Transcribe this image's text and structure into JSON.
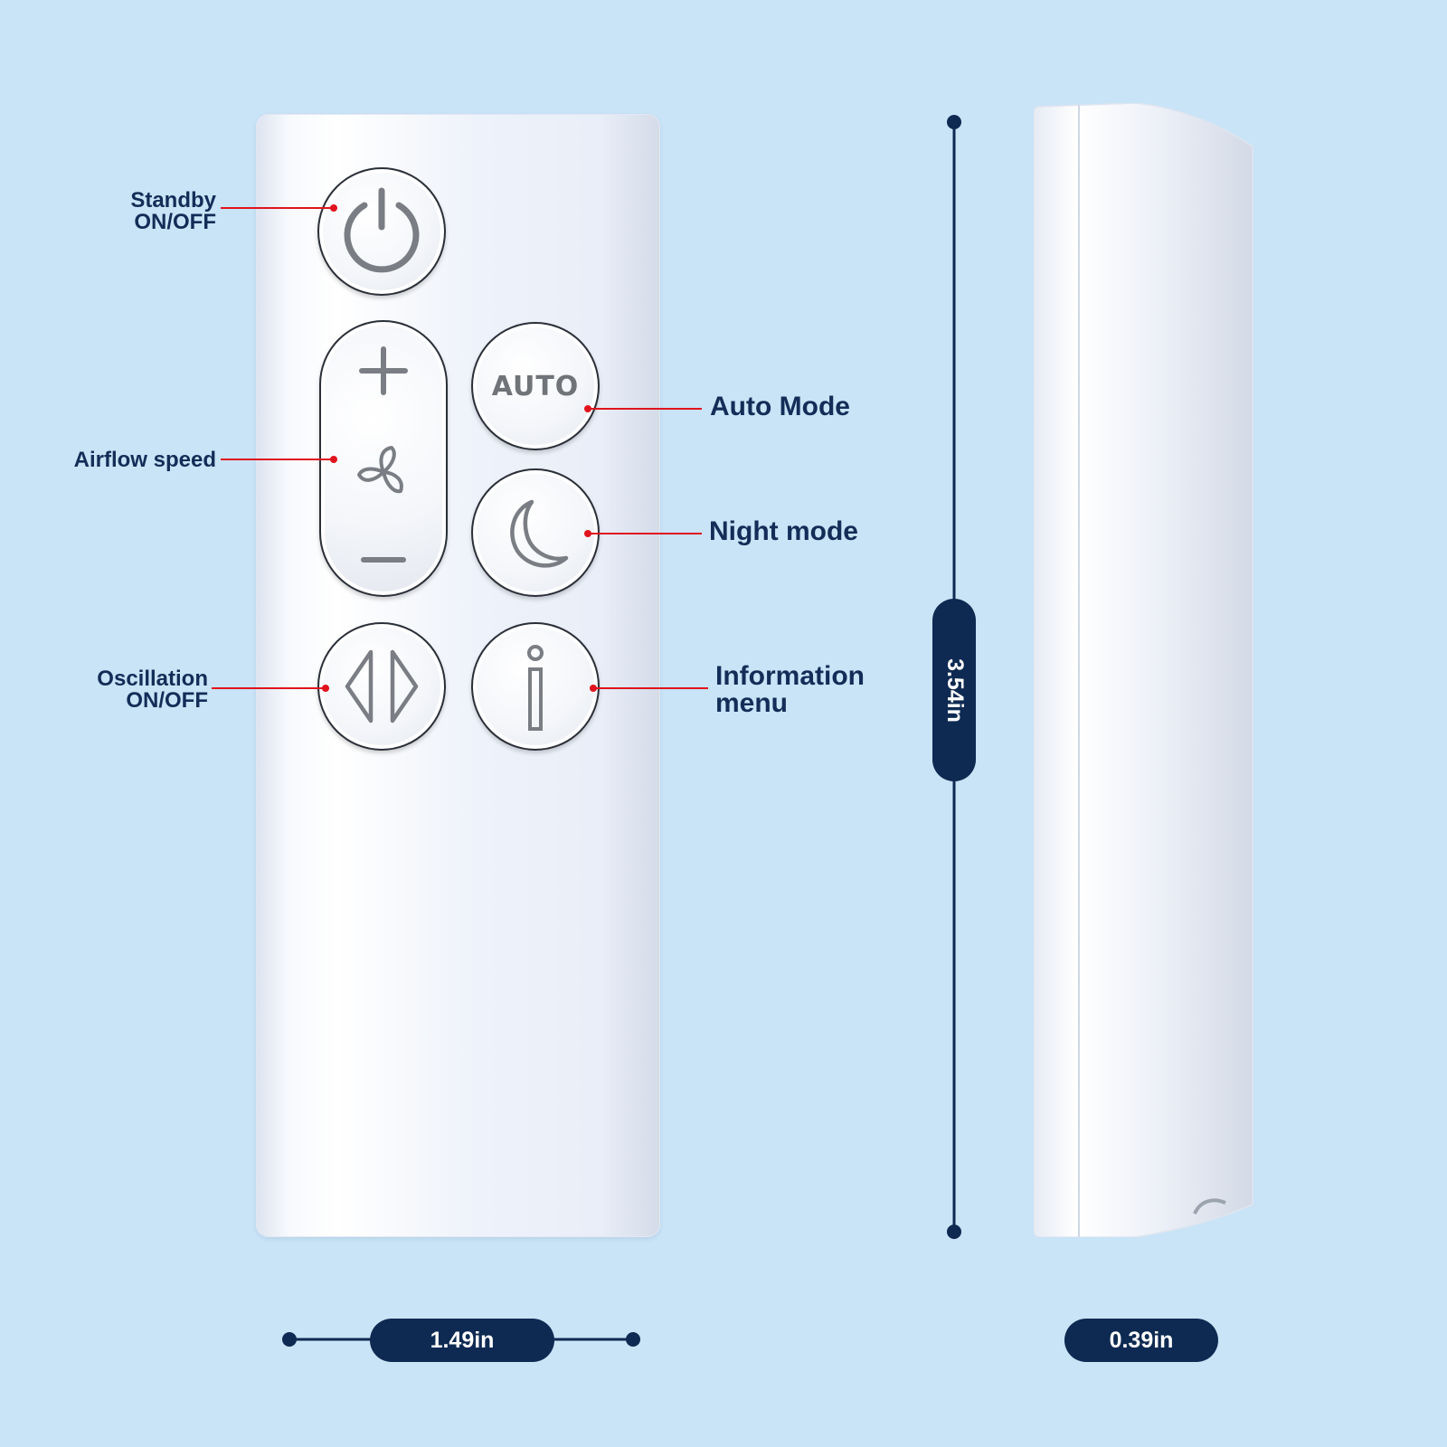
{
  "labels": {
    "standby_line1": "Standby",
    "standby_line2": "ON/OFF",
    "airflow": "Airflow speed",
    "oscillation_line1": "Oscillation",
    "oscillation_line2": "ON/OFF",
    "auto_mode": "Auto Mode",
    "night_mode": "Night mode",
    "info_line1": "Information",
    "info_line2": "menu"
  },
  "buttons": {
    "auto_text": "AUTO"
  },
  "dimensions": {
    "width": "1.49in",
    "height": "3.54in",
    "depth": "0.39in"
  },
  "icons": {
    "standby": "power-icon",
    "plus": "plus-icon",
    "fan": "fan-icon",
    "minus": "minus-icon",
    "night": "crescent-moon-icon",
    "oscillation": "oscillation-arrows-icon",
    "info": "info-icon"
  },
  "colors": {
    "background": "#c9e3f7",
    "label_text": "#132d58",
    "callout_line": "#e0141c",
    "dimension_pill": "#0e2a52",
    "icon_gray": "#7a7e84"
  }
}
